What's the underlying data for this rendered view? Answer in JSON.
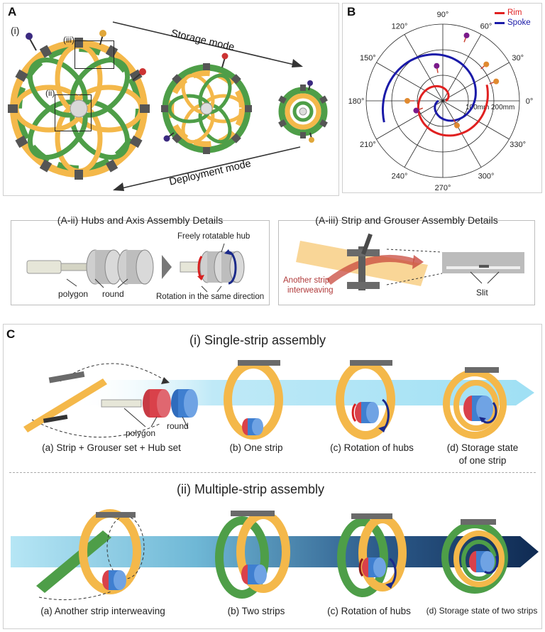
{
  "panelA": {
    "letter": "A",
    "roman_i": "(i)",
    "roman_ii": "(ii)",
    "roman_iii": "(iii)",
    "storage_mode": "Storage mode",
    "deployment_mode": "Deployment mode",
    "hubs_box": {
      "title": "(A-ii) Hubs and Axis Assembly Details",
      "freely_rotatable": "Freely rotatable hub",
      "polygon": "polygon",
      "round": "round",
      "same_direction": "Rotation in the same direction"
    },
    "strip_box": {
      "title": "(A-iii) Strip and Grouser Assembly Details",
      "another_strip_line1": "Another strip",
      "another_strip_line2": "interweaving",
      "slit": "Slit"
    }
  },
  "panelB": {
    "letter": "B",
    "legend": [
      {
        "name": "Rim",
        "color": "#e02020"
      },
      {
        "name": "Spoke",
        "color": "#1a1aa8"
      }
    ],
    "angle_labels": [
      "0°",
      "30°",
      "60°",
      "90°",
      "120°",
      "150°",
      "180°",
      "210°",
      "240°",
      "270°",
      "300°",
      "330°"
    ],
    "radial_labels": [
      "100mm",
      "200mm"
    ]
  },
  "panelC": {
    "letter": "C",
    "single_title": "(i) Single-strip assembly",
    "multi_title": "(ii) Multiple-strip assembly",
    "single_captions": [
      "(a) Strip + Grouser set + Hub set",
      "(b) One strip",
      "(c) Rotation of hubs",
      "(d) Storage state",
      "of one strip"
    ],
    "single_polygon": "polygon",
    "single_round": "round",
    "multi_captions": [
      "(a) Another strip interweaving",
      "(b) Two strips",
      "(c) Rotation of hubs",
      "(d) Storage state of two strips"
    ]
  },
  "colors": {
    "orange_strip": "#f4b84a",
    "green_strip": "#4e9e48",
    "grouser_gray": "#6a6a6a",
    "hub_red": "#d9414a",
    "hub_blue": "#3f7fd0",
    "arrow_light": "#bfe9f7",
    "arrow_dark": "#0f2a52",
    "rotation_red": "#d82020",
    "rotation_navy": "#1b2a8a"
  }
}
